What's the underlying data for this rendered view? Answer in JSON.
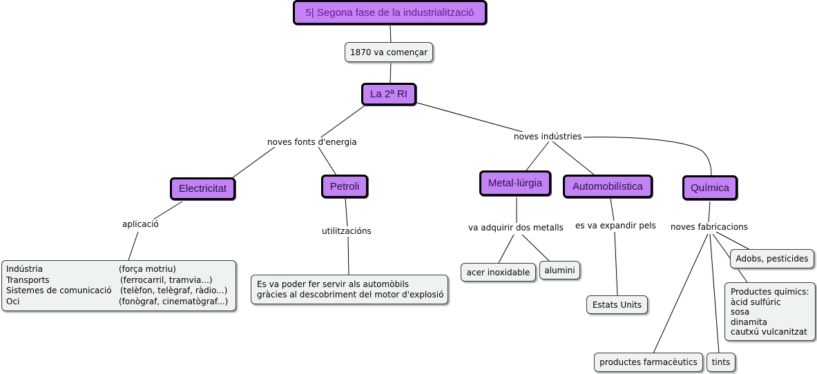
{
  "title": "5| Segona fase de la industrialització",
  "concepts": {
    "main": "La 2ª RI",
    "electricitat": "Electricitat",
    "petroli": "Petroli",
    "metallurgia": "Metal·lúrgia",
    "automobilistica": "Automobilística",
    "quimica": "Química"
  },
  "notes": {
    "year": "1870 va començar",
    "petroli_use_line1": "Es va poder fer servir als automòbils",
    "petroli_use_line2": "gràcies al descobriment del motor d'explosió",
    "acer": "acer inoxidable",
    "alumini": "alumini",
    "estats_units": "Estats Units",
    "adobs": "Adobs, pesticides",
    "productes_quimics": [
      "Productes químics:",
      "àcid sulfúric",
      "sosa",
      "dinamita",
      "cautxú vulcanitzat"
    ],
    "farmaceutics": "productes farmacèutics",
    "tints": "tints",
    "aplicacions": [
      {
        "name": "Indústria",
        "detail": "(força motriu)"
      },
      {
        "name": "Transports",
        "detail": "(ferrocarril, tramvia...)"
      },
      {
        "name": "Sistemes de comunicació",
        "detail": "(telèfon, telègraf, ràdio...)"
      },
      {
        "name": "Oci",
        "detail": "(fonògraf, cinematògraf...)"
      }
    ]
  },
  "links": {
    "noves_fonts": "noves fonts d'energia",
    "noves_industries": "noves indústries",
    "aplicacio": "aplicació",
    "utilitzacions": "utilitzacións",
    "va_adquirir": "va adquirir dos metalls",
    "es_va_expandir": "es va expandir pels",
    "noves_fabricacions": "noves fabricacions"
  },
  "colors": {
    "concept_fill": "#c383f5",
    "note_fill": "#eef2f2",
    "title_text": "#6a1a8f"
  }
}
